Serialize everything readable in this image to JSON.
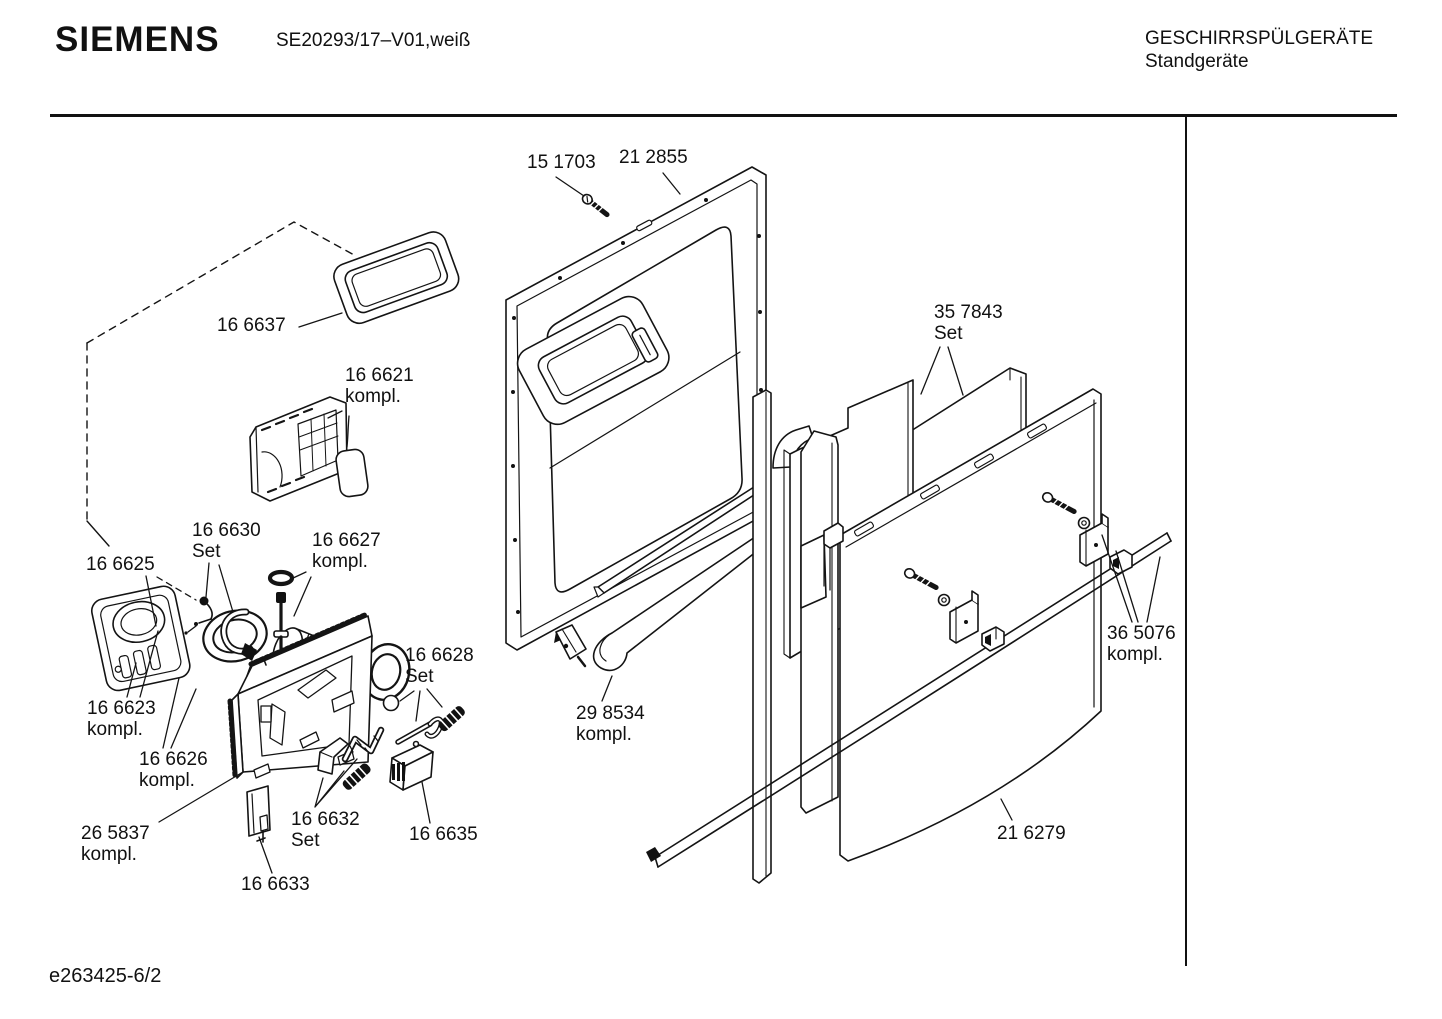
{
  "header": {
    "brand": "SIEMENS",
    "model": "SE20293/17–V01,weiß",
    "product_line": "GESCHIRRSPÜLGERÄTE",
    "product_type": "Standgeräte"
  },
  "footer": {
    "document_code": "e263425-6/2"
  },
  "colors": {
    "line": "#141414",
    "background": "#ffffff"
  },
  "diagram": {
    "description": "Exploded view of dishwasher door assembly with part reference numbers",
    "parts": [
      {
        "ref": "15 1703",
        "note": ""
      },
      {
        "ref": "21 2855",
        "note": ""
      },
      {
        "ref": "16 6637",
        "note": ""
      },
      {
        "ref": "16 6621",
        "note": "kompl."
      },
      {
        "ref": "16 6630",
        "note": "Set"
      },
      {
        "ref": "16 6627",
        "note": "kompl."
      },
      {
        "ref": "16 6625",
        "note": ""
      },
      {
        "ref": "16 6623",
        "note": "kompl."
      },
      {
        "ref": "16 6626",
        "note": "kompl."
      },
      {
        "ref": "26 5837",
        "note": "kompl."
      },
      {
        "ref": "16 6633",
        "note": ""
      },
      {
        "ref": "16 6632",
        "note": "Set"
      },
      {
        "ref": "16 6635",
        "note": ""
      },
      {
        "ref": "16 6628",
        "note": "Set"
      },
      {
        "ref": "29 8534",
        "note": "kompl."
      },
      {
        "ref": "35 7843",
        "note": "Set"
      },
      {
        "ref": "36 5076",
        "note": "kompl."
      },
      {
        "ref": "21 6279",
        "note": ""
      }
    ]
  }
}
